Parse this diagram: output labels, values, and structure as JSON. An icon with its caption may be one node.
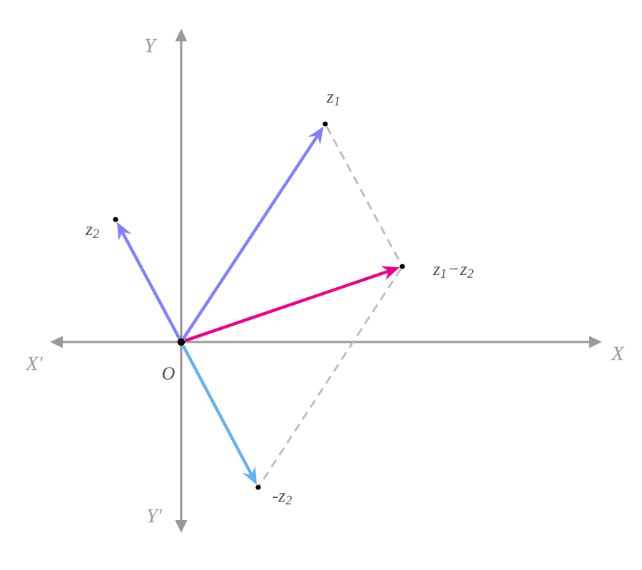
{
  "diagram": {
    "nodes": [
      {
        "text": [
          "O"
        ]
      },
      {
        "text": [
          "z$_{1}$"
        ]
      },
      {
        "text": [
          "z$_{2}$"
        ]
      },
      {
        "text": [
          "z$_{1}$−z$_{2}$"
        ]
      },
      {
        "text": [
          "-z$_{2}$"
        ]
      }
    ],
    "edges": [
      {
        "from": 0,
        "to": 1,
        "arrow": "to",
        "color": "#8080ff"
      },
      {
        "from": 0,
        "to": 2,
        "arrow": "to",
        "color": "#8080ff"
      },
      {
        "from": 0,
        "to": 3,
        "arrow": "to",
        "color": "#ee0088"
      },
      {
        "from": 0,
        "to": 4,
        "arrow": "to",
        "color": "#66b0f0"
      },
      {
        "from": 1,
        "to": 3,
        "arrow": "none",
        "style": "dashed",
        "color": "#bbbbbb"
      },
      {
        "from": 3,
        "to": 4,
        "arrow": "none",
        "style": "dashed",
        "color": "#bbbbbb"
      }
    ],
    "labels": [
      "Y",
      "X′",
      "X",
      "Y′"
    ]
  }
}
